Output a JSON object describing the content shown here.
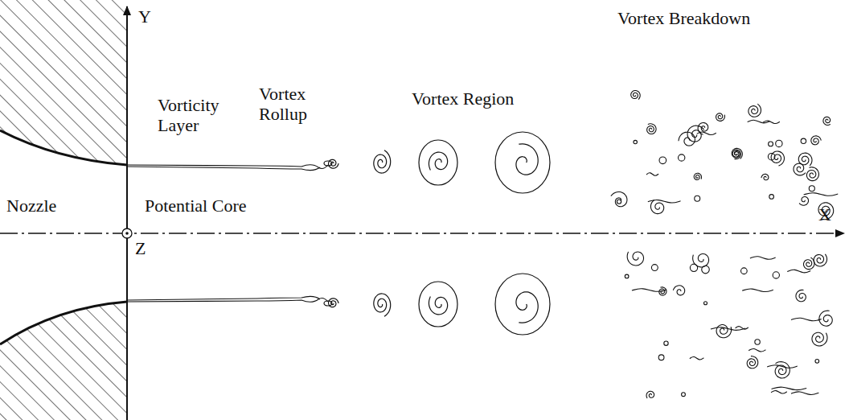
{
  "diagram": {
    "labels": [
      "Y",
      "Vorticity Layer",
      "Vortex Rollup",
      "Vortex Region",
      "Vortex Breakdown",
      "Nozzle",
      "Potential Core",
      "Z",
      "X"
    ]
  }
}
